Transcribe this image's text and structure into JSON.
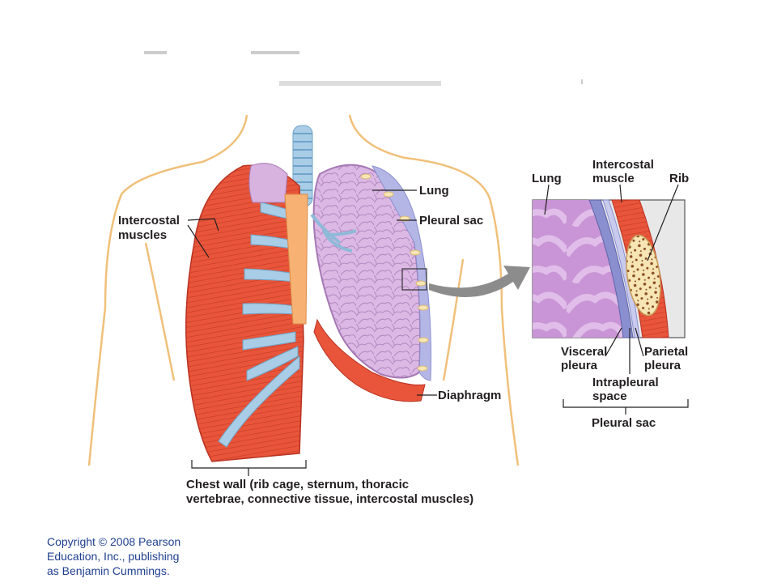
{
  "labels": {
    "lung": "Lung",
    "pleural_sac": "Pleural sac",
    "intercostal_muscles_1": "Intercostal",
    "intercostal_muscles_2": "muscles",
    "diaphragm": "Diaphragm",
    "chest_wall_1": "Chest wall (rib cage, sternum, thoracic",
    "chest_wall_2": "vertebrae, connective tissue, intercostal muscles)",
    "detail_lung": "Lung",
    "detail_intercostal_1": "Intercostal",
    "detail_intercostal_2": "muscle",
    "detail_rib": "Rib",
    "visceral_1": "Visceral",
    "visceral_2": "pleura",
    "parietal_1": "Parietal",
    "parietal_2": "pleura",
    "intrapleural_1": "Intrapleural",
    "intrapleural_2": "space",
    "detail_pleural_sac": "Pleural sac"
  },
  "copyright": {
    "line1": "Copyright © 2008 Pearson",
    "line2": "Education, Inc., publishing",
    "line3": "as Benjamin Cummings."
  },
  "colors": {
    "muscle": "#e8553a",
    "muscle_dark": "#b83222",
    "cartilage": "#a9cde6",
    "bone": "#f7b172",
    "lung": "#d8b3e0",
    "lung_dark": "#a679b4",
    "pleura": "#8a8fd0",
    "skin_outline": "#f0c07a",
    "arrow": "#8c8c8c",
    "copyright_text": "#1f3f8f"
  }
}
